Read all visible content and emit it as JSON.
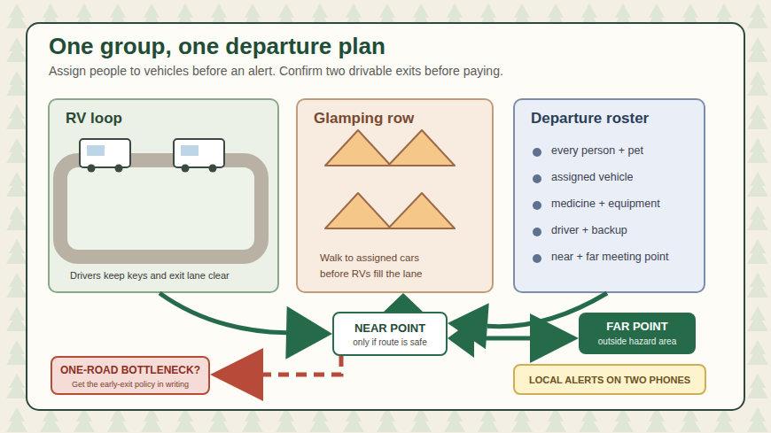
{
  "diagram": {
    "title": "One group, one departure plan",
    "nodes": [
      {
        "text": [
          "RV loop",
          "Drivers keep keys and exit lane clear"
        ]
      },
      {
        "text": [
          "Glamping row",
          "Walk to assigned cars before RVs fill the lane"
        ]
      },
      {
        "text": [
          "Departure roster",
          "every person + pet",
          "assigned vehicle",
          "medicine + equipment",
          "driver + backup",
          "near + far meeting point"
        ]
      },
      {
        "text": [
          "NEAR POINT",
          "only if route is safe"
        ]
      },
      {
        "text": [
          "FAR POINT",
          "outside hazard area"
        ]
      },
      {
        "text": [
          "ONE-ROAD BOTTLENECK?",
          "Get the early-exit policy in writing"
        ]
      },
      {
        "text": [
          "LOCAL ALERTS ON TWO PHONES"
        ]
      }
    ],
    "edges": [
      {
        "from": 0,
        "to": 3,
        "arrow": "to"
      },
      {
        "from": 3,
        "to": 1,
        "arrow": "to"
      },
      {
        "from": 2,
        "to": 3,
        "arrow": "to"
      },
      {
        "from": 3,
        "to": 4,
        "arrow": "both"
      },
      {
        "from": 3,
        "to": 5,
        "arrow": "to"
      }
    ],
    "labels": [
      "Assign people to vehicles before an alert. Confirm two drivable exits before paying."
    ]
  }
}
